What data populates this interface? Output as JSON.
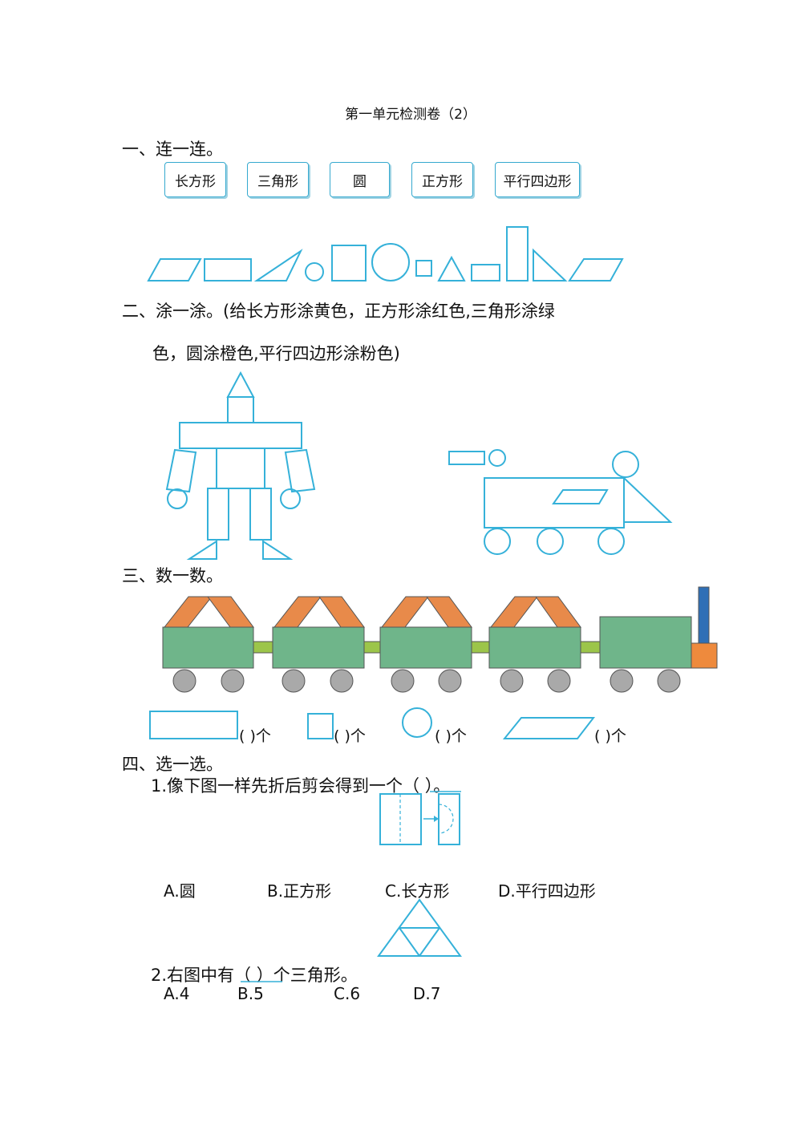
{
  "title": "第一单元检测卷（2）",
  "section1": {
    "heading": "一、连一连。",
    "labels": [
      "长方形",
      "三角形",
      "圆",
      "正方形",
      "平行四边形"
    ]
  },
  "section2": {
    "line1": "二、涂一涂。(给长方形涂黄色，正方形涂红色,三角形涂绿",
    "line2": "色，圆涂橙色,平行四边形涂粉色)"
  },
  "section3": {
    "heading": "三、数一数。",
    "count_suffix": "(    )个"
  },
  "section4": {
    "heading": "四、选一选。",
    "q1": "1.像下图一样先折后剪会得到一个（ ）。",
    "q1_options": [
      "A.圆",
      "B.正方形",
      "C.长方形",
      "D.平行四边形"
    ],
    "q2": "2.右图中有（ ）个三角形。",
    "q2_options": [
      "A.4",
      "B.5",
      "C.6",
      "D.7"
    ]
  },
  "colors": {
    "outline": "#35b1d9",
    "box_green": "#6fb58a",
    "roof_orange": "#e88a4a",
    "wheel_gray": "#a9a9a9",
    "connector_green": "#9cc54a",
    "chimney_blue": "#2f6fb6",
    "cab_orange": "#ee8a3d"
  }
}
